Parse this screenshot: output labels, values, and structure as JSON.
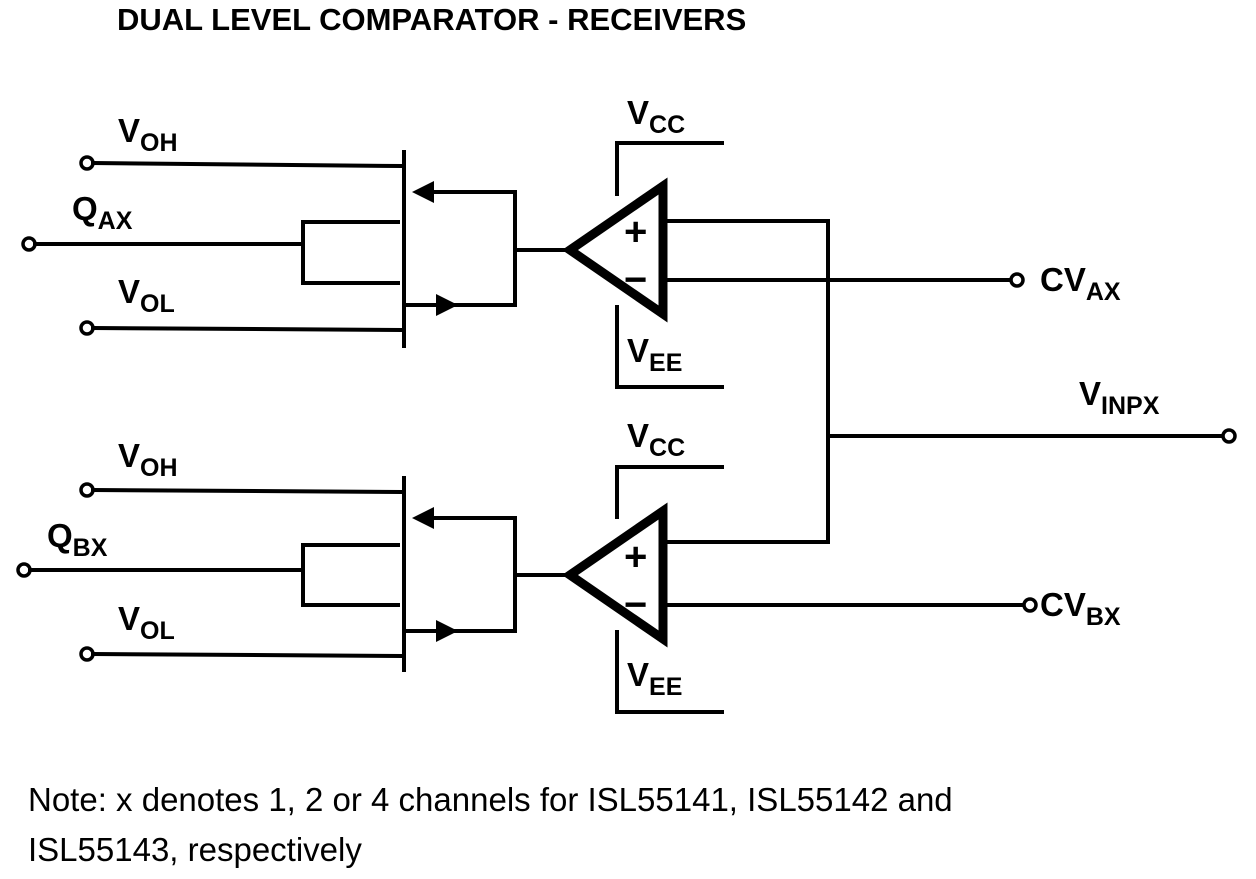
{
  "title": "DUAL LEVEL COMPARATOR - RECEIVERS",
  "channel_a": {
    "voh": {
      "main": "V",
      "sub": "OH"
    },
    "q": {
      "main": "Q",
      "sub": "AX"
    },
    "vol": {
      "main": "V",
      "sub": "OL"
    },
    "vcc": {
      "main": "V",
      "sub": "CC"
    },
    "vee": {
      "main": "V",
      "sub": "EE"
    },
    "plus": "+",
    "minus": "−",
    "cv": {
      "main": "CV",
      "sub": "AX"
    }
  },
  "channel_b": {
    "voh": {
      "main": "V",
      "sub": "OH"
    },
    "q": {
      "main": "Q",
      "sub": "BX"
    },
    "vol": {
      "main": "V",
      "sub": "OL"
    },
    "vcc": {
      "main": "V",
      "sub": "CC"
    },
    "vee": {
      "main": "V",
      "sub": "EE"
    },
    "plus": "+",
    "minus": "−",
    "cv": {
      "main": "CV",
      "sub": "BX"
    }
  },
  "vinp": {
    "main": "V",
    "sub": "INPX"
  },
  "note": {
    "line1": "Note: x denotes 1, 2 or 4 channels for ISL55141, ISL55142 and",
    "line2": "ISL55143, respectively"
  }
}
